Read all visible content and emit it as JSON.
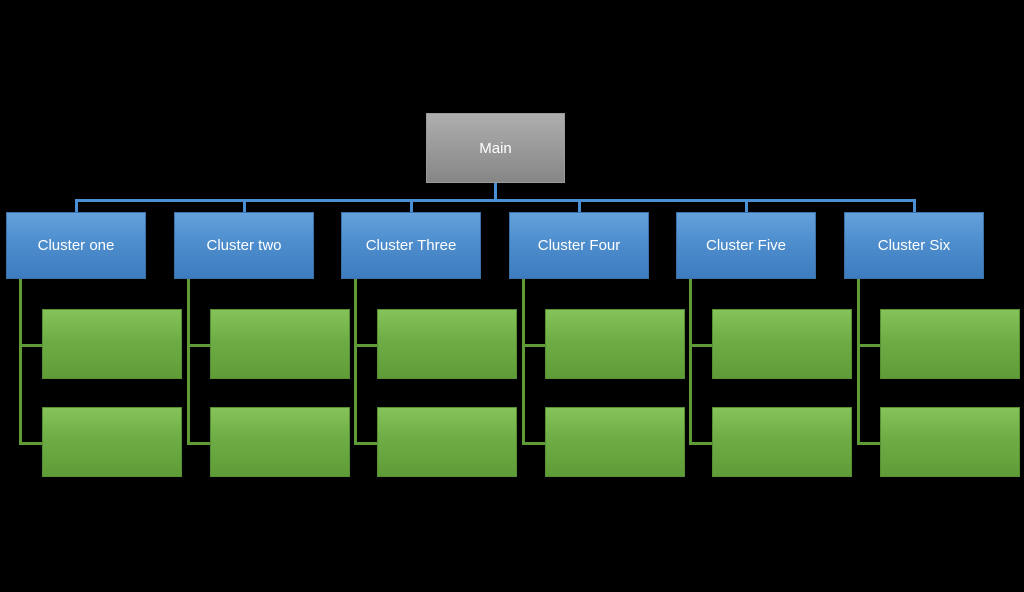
{
  "diagram": {
    "type": "org-chart",
    "background_color": "#000000",
    "root": {
      "label": "Main"
    },
    "clusters": [
      {
        "label": "Cluster one",
        "children": [
          "",
          ""
        ]
      },
      {
        "label": "Cluster two",
        "children": [
          "",
          ""
        ]
      },
      {
        "label": "Cluster Three",
        "children": [
          "",
          ""
        ]
      },
      {
        "label": "Cluster Four",
        "children": [
          "",
          ""
        ]
      },
      {
        "label": "Cluster Five",
        "children": [
          "",
          ""
        ]
      },
      {
        "label": "Cluster Six",
        "children": [
          "",
          ""
        ]
      }
    ],
    "colors": {
      "root_fill_top": "#aeaeae",
      "root_fill_bottom": "#868686",
      "cluster_fill_top": "#64a1dc",
      "cluster_fill_bottom": "#3d7cbf",
      "child_fill_top": "#85c25a",
      "child_fill_bottom": "#5f9c38",
      "connector_blue": "#4a8fd3",
      "connector_green": "#5f9c38",
      "text": "#ffffff"
    }
  }
}
